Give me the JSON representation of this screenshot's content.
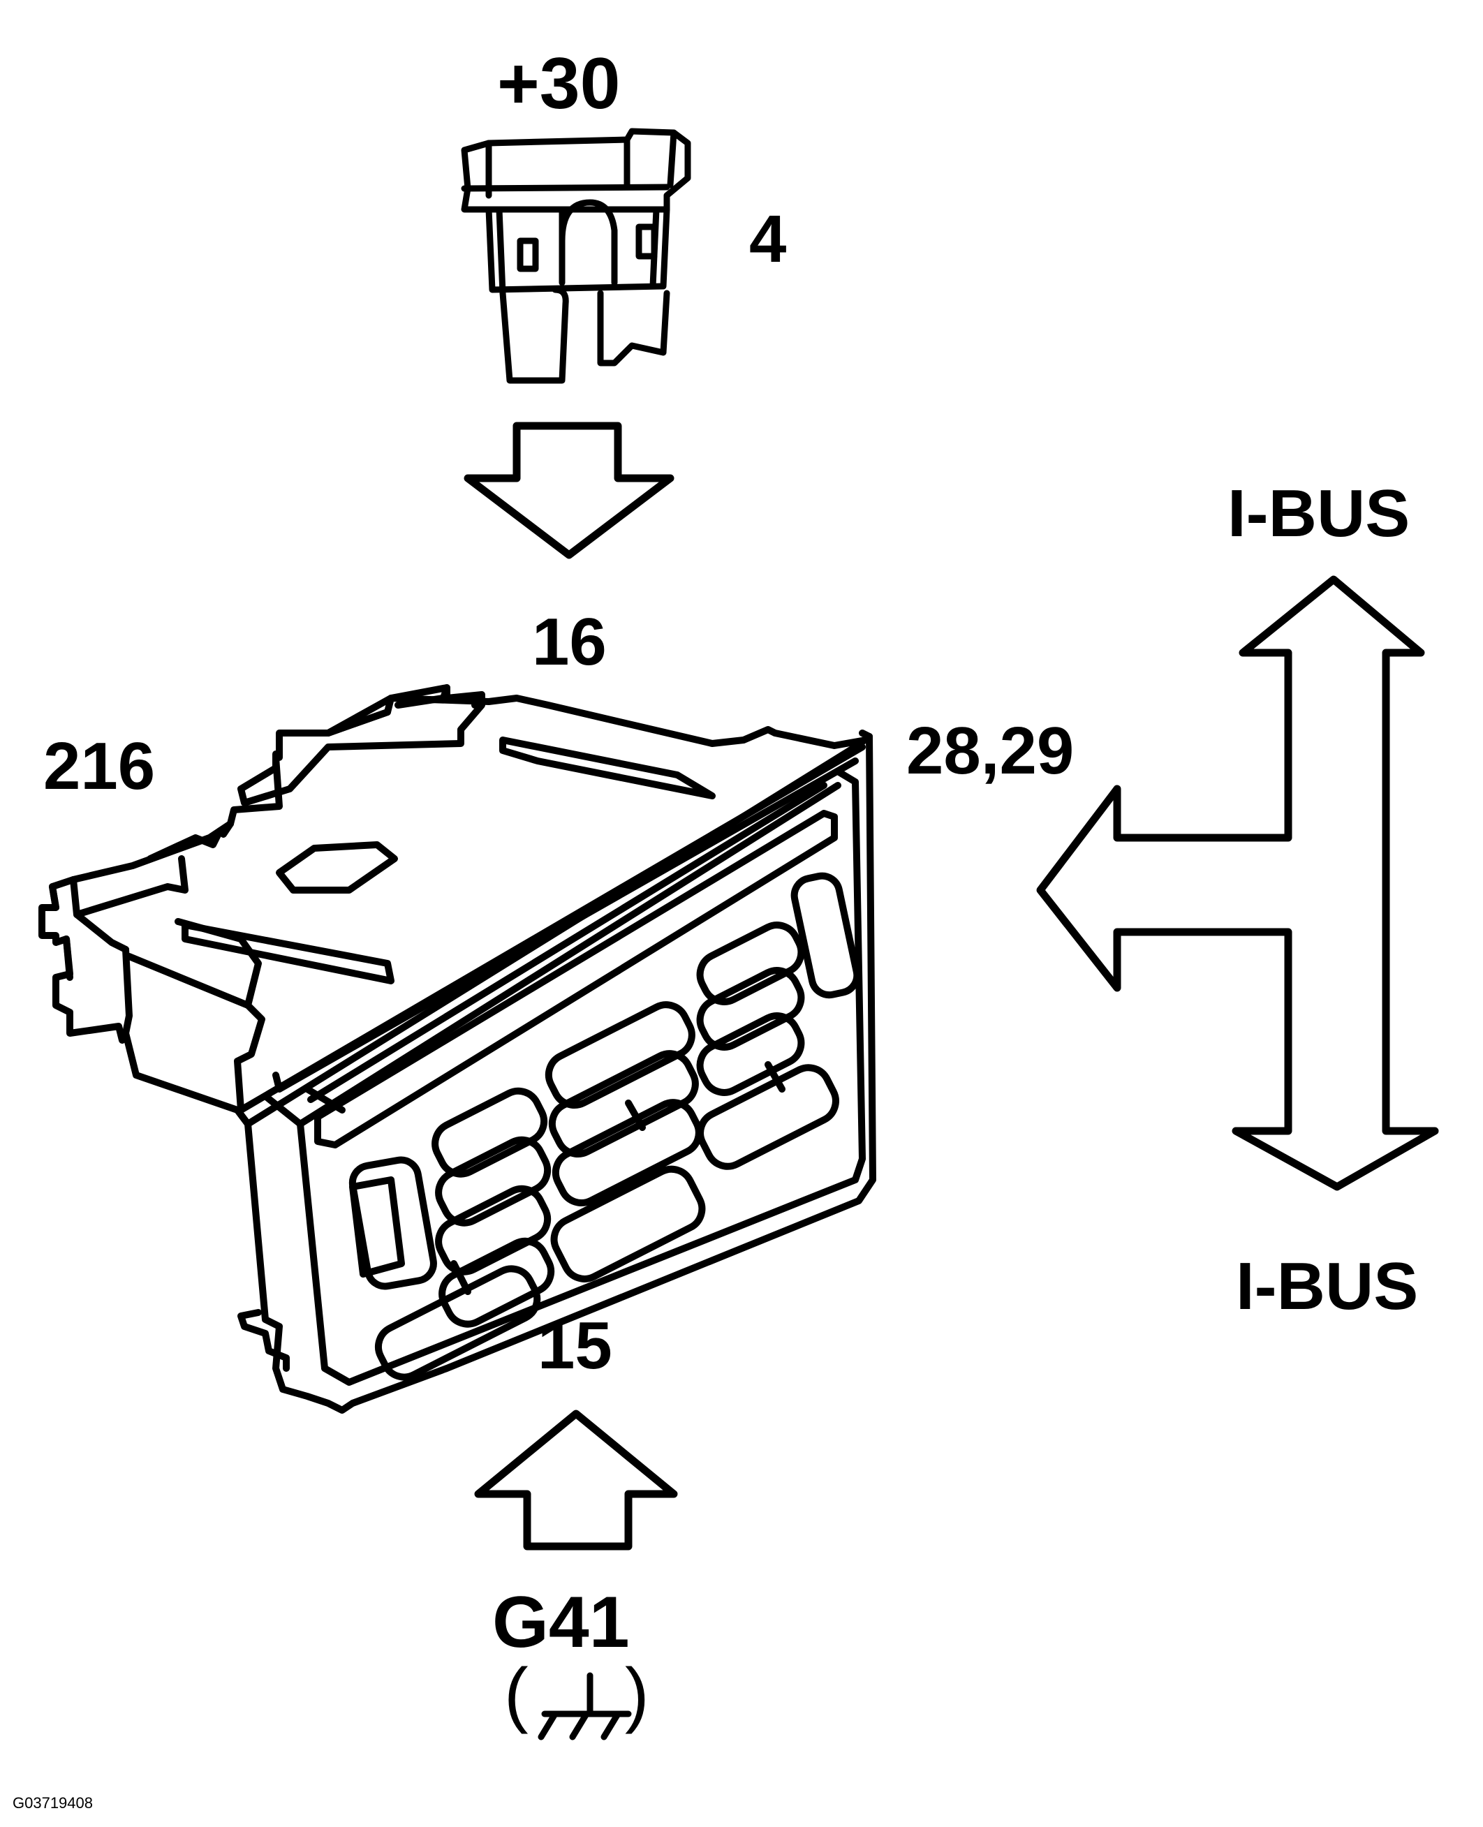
{
  "labels": {
    "fuse_supply": "+30",
    "fuse_number": "4",
    "pin_supply": "16",
    "connector": "216",
    "pin_bus": "28,29",
    "bus_top": "I-BUS",
    "bus_bottom": "I-BUS",
    "pin_ground": "15",
    "ground_point": "G41",
    "ground_paren_open": "(",
    "ground_paren_close": ")",
    "figure_id": "G03719408"
  },
  "colors": {
    "line": "#000000",
    "background": "#ffffff"
  },
  "icons": {
    "fuse": "blade-fuse-icon",
    "module": "climate-control-panel-icon",
    "ground": "ground-symbol-icon"
  }
}
